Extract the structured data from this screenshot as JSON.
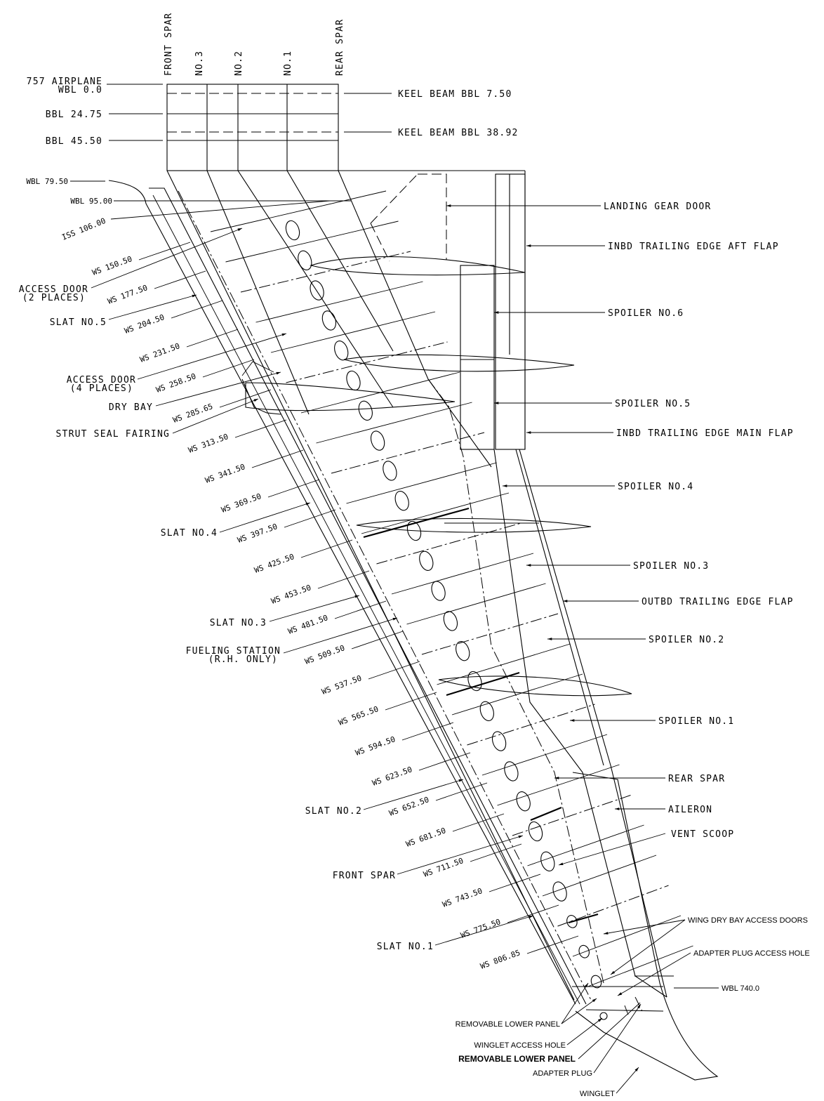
{
  "header": {
    "spars": [
      "FRONT SPAR",
      "NO.3",
      "NO.2",
      "NO.1",
      "REAR SPAR"
    ],
    "left": [
      "757 AIRPLANE",
      "WBL 0.0",
      "BBL 24.75",
      "BBL 45.50"
    ],
    "keel": [
      "KEEL BEAM BBL 7.50",
      "KEEL BEAM BBL 38.92"
    ]
  },
  "left_labels": {
    "wbl_79": "WBL 79.50",
    "wbl_95": "WBL 95.00",
    "iss": "ISS 106.00",
    "access_door_2": [
      "ACCESS DOOR",
      "(2 PLACES)"
    ],
    "slat5": "SLAT NO.5",
    "access_door_4": [
      "ACCESS DOOR",
      "(4 PLACES)"
    ],
    "dry_bay": "DRY BAY",
    "strut_seal": "STRUT SEAL FAIRING",
    "slat4": "SLAT NO.4",
    "slat3": "SLAT NO.3",
    "fueling": [
      "FUELING STATION",
      "(R.H. ONLY)"
    ],
    "slat2": "SLAT NO.2",
    "front_spar": "FRONT SPAR",
    "slat1": "SLAT NO.1"
  },
  "stations": [
    "WS 150.50",
    "WS 177.50",
    "WS 204.50",
    "WS 231.50",
    "WS 258.50",
    "WS 285.65",
    "WS 313.50",
    "WS 341.50",
    "WS 369.50",
    "WS 397.50",
    "WS 425.50",
    "WS 453.50",
    "WS 481.50",
    "WS 509.50",
    "WS 537.50",
    "WS 565.50",
    "WS 594.50",
    "WS 623.50",
    "WS 652.50",
    "WS 681.50",
    "WS 711.50",
    "WS 743.50",
    "WS 775.50",
    "WS 806.85"
  ],
  "right_labels": {
    "landing_gear_door": "LANDING GEAR DOOR",
    "inbd_aft_flap": "INBD TRAILING EDGE AFT FLAP",
    "spoiler6": "SPOILER NO.6",
    "spoiler5": "SPOILER NO.5",
    "inbd_main_flap": "INBD TRAILING EDGE MAIN FLAP",
    "spoiler4": "SPOILER NO.4",
    "spoiler3": "SPOILER NO.3",
    "outbd_flap": "OUTBD TRAILING EDGE FLAP",
    "spoiler2": "SPOILER NO.2",
    "spoiler1": "SPOILER NO.1",
    "rear_spar": "REAR SPAR",
    "aileron": "AILERON",
    "vent_scoop": "VENT SCOOP",
    "wing_dry_bay": "WING DRY BAY ACCESS DOORS",
    "adapter_plug_hole": "ADAPTER PLUG ACCESS HOLE",
    "wbl_740": "WBL 740.0"
  },
  "bottom_labels": {
    "removable_lower_panel_1": "REMOVABLE LOWER PANEL",
    "winglet_access_hole": "WINGLET ACCESS HOLE",
    "removable_lower_panel_2": "REMOVABLE LOWER PANEL",
    "adapter_plug": "ADAPTER PLUG",
    "winglet": "WINGLET"
  }
}
